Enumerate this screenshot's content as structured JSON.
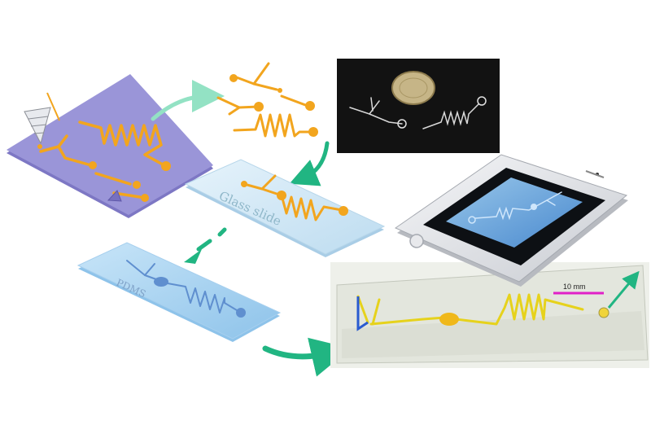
{
  "labels": {
    "glass_slide": "Glass slide",
    "pdms": "PDMS",
    "scale_bar": "10 mm"
  },
  "colors": {
    "purple_substrate": "#9a95d8",
    "orange_channel": "#f2a51e",
    "glass_blue": "#cde6f6",
    "pdms_blue": "#a9d2f2",
    "arrow_green": "#21b582",
    "arrow_light_green": "#93e2c4",
    "scale_magenta": "#e020c8",
    "yellow_liquid": "#e6d21c"
  },
  "icons": [
    "pipette-icon",
    "coin-icon",
    "smartphone-icon",
    "triangle-logo-icon"
  ]
}
